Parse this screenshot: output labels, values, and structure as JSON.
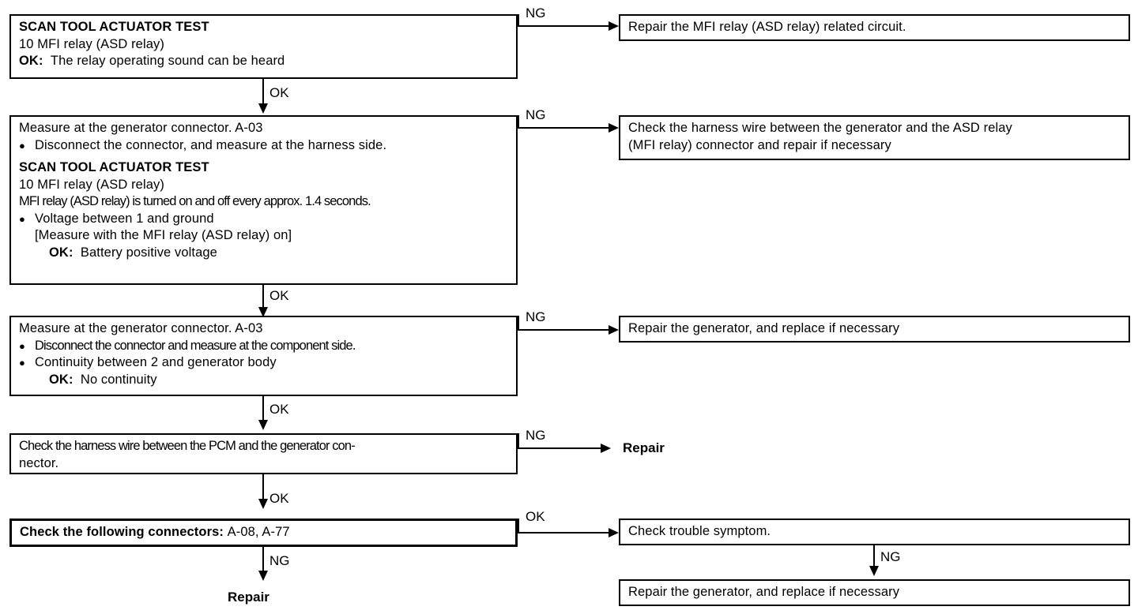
{
  "diagram": {
    "type": "troubleshooting-flowchart",
    "title": "Generator / MFI relay (ASD relay) diagnostic flow",
    "labels": {
      "ok": "OK",
      "ng": "NG"
    },
    "nodes": {
      "step1": {
        "heading": "SCAN TOOL ACTUATOR TEST",
        "line2": "10 MFI relay (ASD relay)",
        "ok_prefix": "OK:",
        "ok_text": "The relay operating sound can be heard"
      },
      "step2": {
        "title": "Measure at the generator connector. A-03",
        "bullet1": "Disconnect the connector, and measure at the harness side.",
        "heading": "SCAN TOOL ACTUATOR TEST",
        "line2": "10 MFI relay (ASD relay)",
        "line3": "MFI relay (ASD relay) is turned on and off every approx. 1.4 seconds.",
        "bullet2": "Voltage between 1 and ground",
        "bracket": "[Measure with the MFI relay (ASD relay) on]",
        "ok_prefix": "OK:",
        "ok_text": "Battery positive voltage"
      },
      "step3": {
        "title": "Measure at the generator connector. A-03",
        "bullet1": "Disconnect the connector and measure at the component side.",
        "bullet2": "Continuity between 2 and generator body",
        "ok_prefix": "OK:",
        "ok_text": "No continuity"
      },
      "step4": {
        "line1": "Check the harness wire between the PCM and the generator con-",
        "line2": "nector."
      },
      "step5": {
        "bold": "Check the following connectors:",
        "rest": "A-08, A-77"
      },
      "result1": {
        "text": "Repair the MFI relay (ASD relay) related circuit."
      },
      "result2": {
        "line1": "Check the harness wire between the generator and the ASD relay",
        "line2": "(MFI relay) connector and repair if necessary"
      },
      "result3": {
        "text": "Repair the generator, and replace if necessary"
      },
      "result4": {
        "text": "Check trouble symptom."
      },
      "result5": {
        "text": "Repair the generator, and replace if necessary"
      },
      "terminal_repair_right": {
        "text": "Repair"
      },
      "terminal_repair_bottom": {
        "text": "Repair"
      }
    },
    "edges": [
      {
        "from": "step1",
        "to": "result1",
        "label": "NG",
        "direction": "right"
      },
      {
        "from": "step1",
        "to": "step2",
        "label": "OK",
        "direction": "down"
      },
      {
        "from": "step2",
        "to": "result2",
        "label": "NG",
        "direction": "right"
      },
      {
        "from": "step2",
        "to": "step3",
        "label": "OK",
        "direction": "down"
      },
      {
        "from": "step3",
        "to": "result3",
        "label": "NG",
        "direction": "right"
      },
      {
        "from": "step3",
        "to": "step4",
        "label": "OK",
        "direction": "down"
      },
      {
        "from": "step4",
        "to": "terminal_repair_right",
        "label": "NG",
        "direction": "right"
      },
      {
        "from": "step4",
        "to": "step5",
        "label": "OK",
        "direction": "down"
      },
      {
        "from": "step5",
        "to": "result4",
        "label": "OK",
        "direction": "right"
      },
      {
        "from": "step5",
        "to": "terminal_repair_bottom",
        "label": "NG",
        "direction": "down"
      },
      {
        "from": "result4",
        "to": "result5",
        "label": "NG",
        "direction": "down"
      }
    ],
    "colors": {
      "ink": "#000000",
      "paper": "#ffffff"
    }
  }
}
